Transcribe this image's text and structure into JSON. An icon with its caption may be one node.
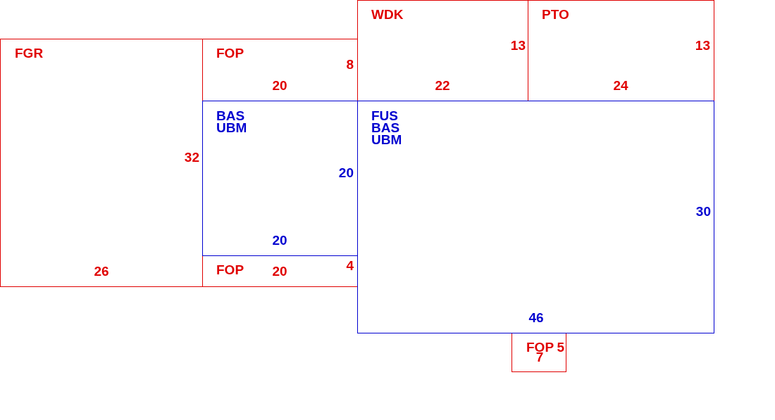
{
  "diagram": {
    "nodes": [
      {
        "text": [
          "WDK",
          "13",
          "22"
        ]
      },
      {
        "text": [
          "PTO",
          "13",
          "24"
        ]
      },
      {
        "text": [
          "FGR",
          "32",
          "26"
        ]
      },
      {
        "text": [
          "FOP",
          "8",
          "20"
        ]
      },
      {
        "text": [
          "BAS UBM",
          "20",
          "20"
        ]
      },
      {
        "text": [
          "FUS BAS UBM",
          "30",
          "46"
        ]
      },
      {
        "text": [
          "FOP",
          "20",
          "4"
        ]
      },
      {
        "text": [
          "FOP",
          "5",
          "7"
        ]
      }
    ]
  }
}
